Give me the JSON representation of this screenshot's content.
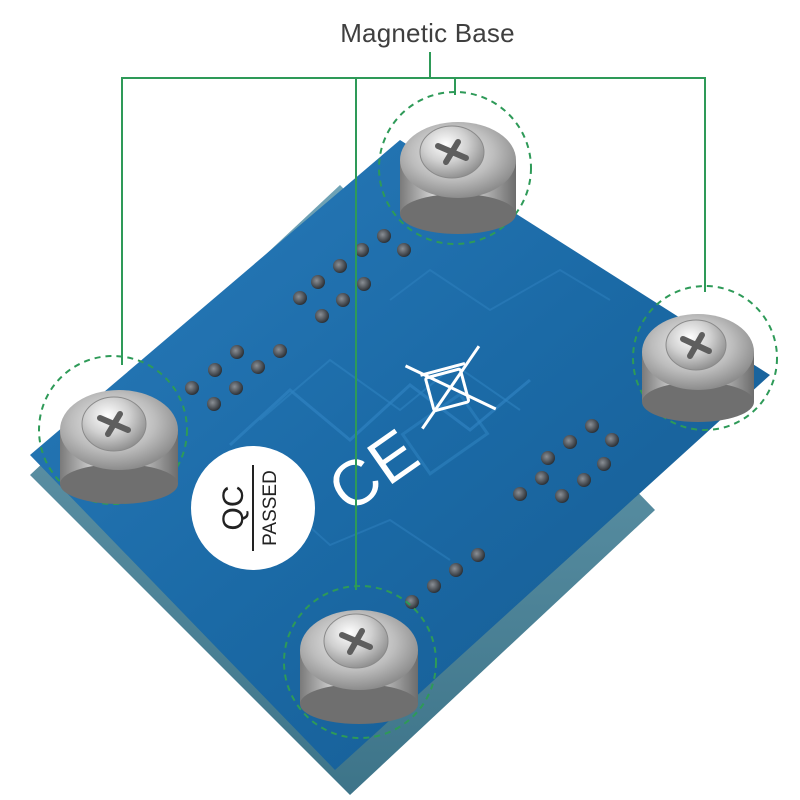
{
  "callout": {
    "label": "Magnetic Base"
  },
  "qc_sticker": {
    "line1": "QC",
    "line2": "PASSED"
  },
  "markings": {
    "ce_mark": "CE"
  },
  "colors": {
    "pcb_blue": "#1a6aa6",
    "callout_green": "#2e9a58",
    "sticker_white": "#ffffff",
    "metal_silver": "#c8c8c8"
  },
  "icons": {
    "weee": "crossed-bin-icon",
    "screw": "phillips-screw-icon"
  }
}
